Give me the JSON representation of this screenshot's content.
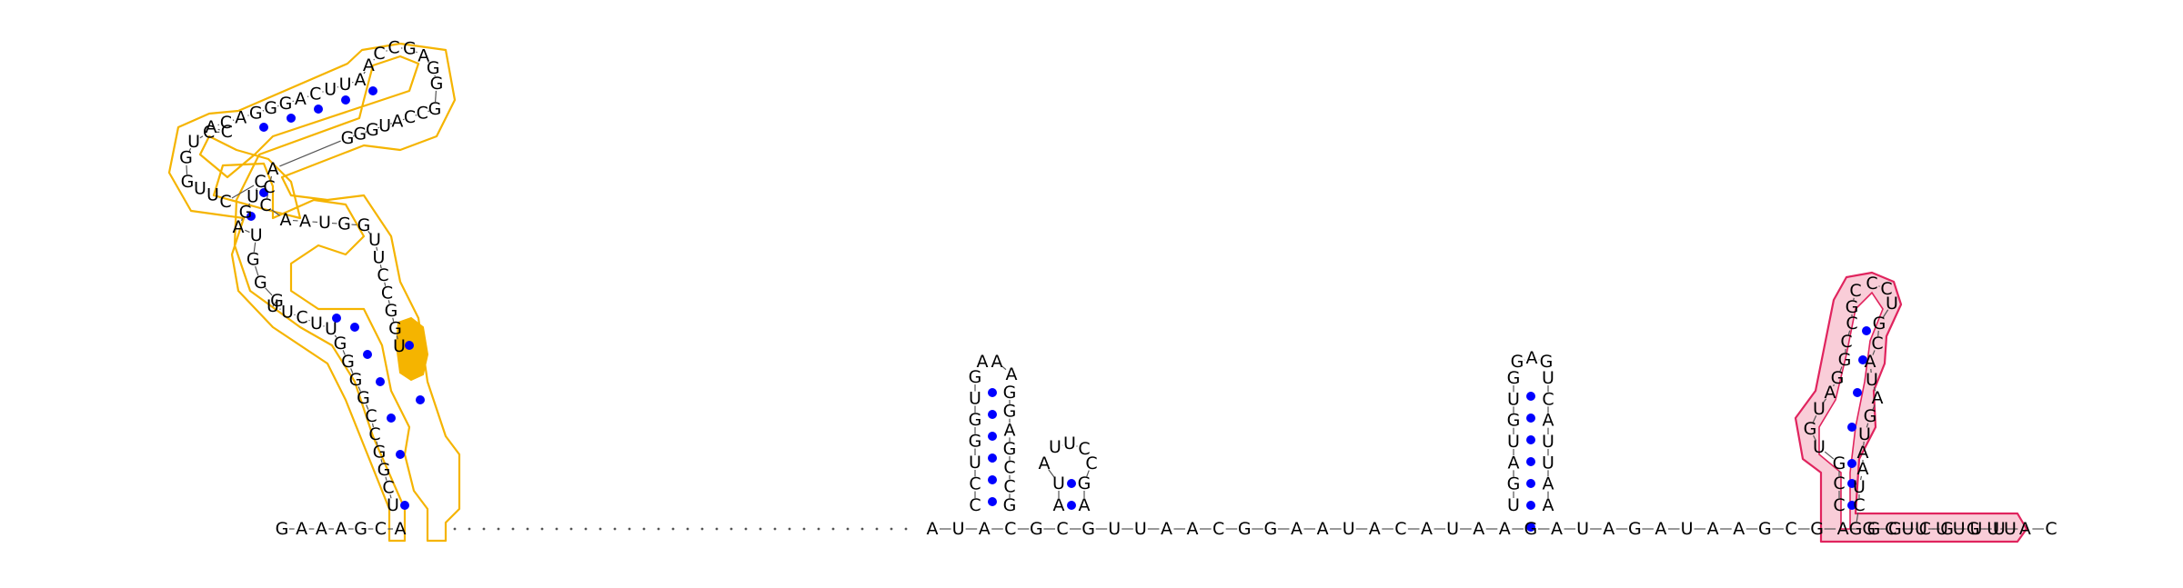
{
  "colors": {
    "pair_dot": "#0000ff",
    "outline_orange": "#f5b400",
    "highlight_orange": "#f5b400",
    "outline_pink": "#e0245e",
    "fill_pink": "#f9cdd8",
    "base_text": "#000000",
    "backbone": "#555555"
  },
  "rna": {
    "left_tail": "GAAAGCA",
    "left_structure": "UCGGCCGGGGUUCUUGGGUAGUCCUUGGUCCACAGGGACUUAACCGAGGGCCAUGGGACCAAUGGUUCCGGU",
    "right_main": "AUACGCGUUAACGGAAUACAUAAGAUAGAUAAGCGAGGUGGUAC",
    "right_tail": "GCUCUUUUU",
    "hairpin1_left": "CCUGGUG",
    "hairpin1_loop": "AAA",
    "hairpin1_right": "GGAGCCG",
    "hairpin2_left": "AUA",
    "hairpin2_loop": "UUC",
    "hairpin2_right": "CGA",
    "hairpin3_left": "UGAUGUG",
    "hairpin3_loop": "GAG",
    "hairpin3_right": "UCAUUAA",
    "terminator_left": "CCGUGUAGGCCGC",
    "terminator_loop": "CC",
    "terminator_right": "UGCAUAGUAAUCG"
  }
}
